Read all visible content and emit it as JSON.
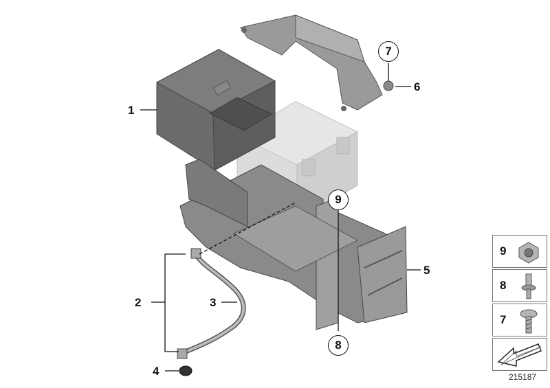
{
  "callouts": {
    "p1": "1",
    "p2": "2",
    "p3": "3",
    "p4": "4",
    "p5": "5",
    "p6": "6",
    "p7": "7",
    "p8": "8",
    "p9": "9"
  },
  "legend": [
    {
      "num": "9",
      "icon": "hex-nut-icon"
    },
    {
      "num": "8",
      "icon": "stud-bolt-icon"
    },
    {
      "num": "7",
      "icon": "round-head-screw-icon"
    },
    {
      "num": "",
      "icon": "direction-arrow-icon"
    }
  ],
  "reference_number": "215187",
  "colors": {
    "part_dark": "#6b6b6b",
    "part_mid": "#8a8a8a",
    "part_light": "#a8a8a8",
    "ghost": "#d8d8d8",
    "line": "#111111"
  }
}
